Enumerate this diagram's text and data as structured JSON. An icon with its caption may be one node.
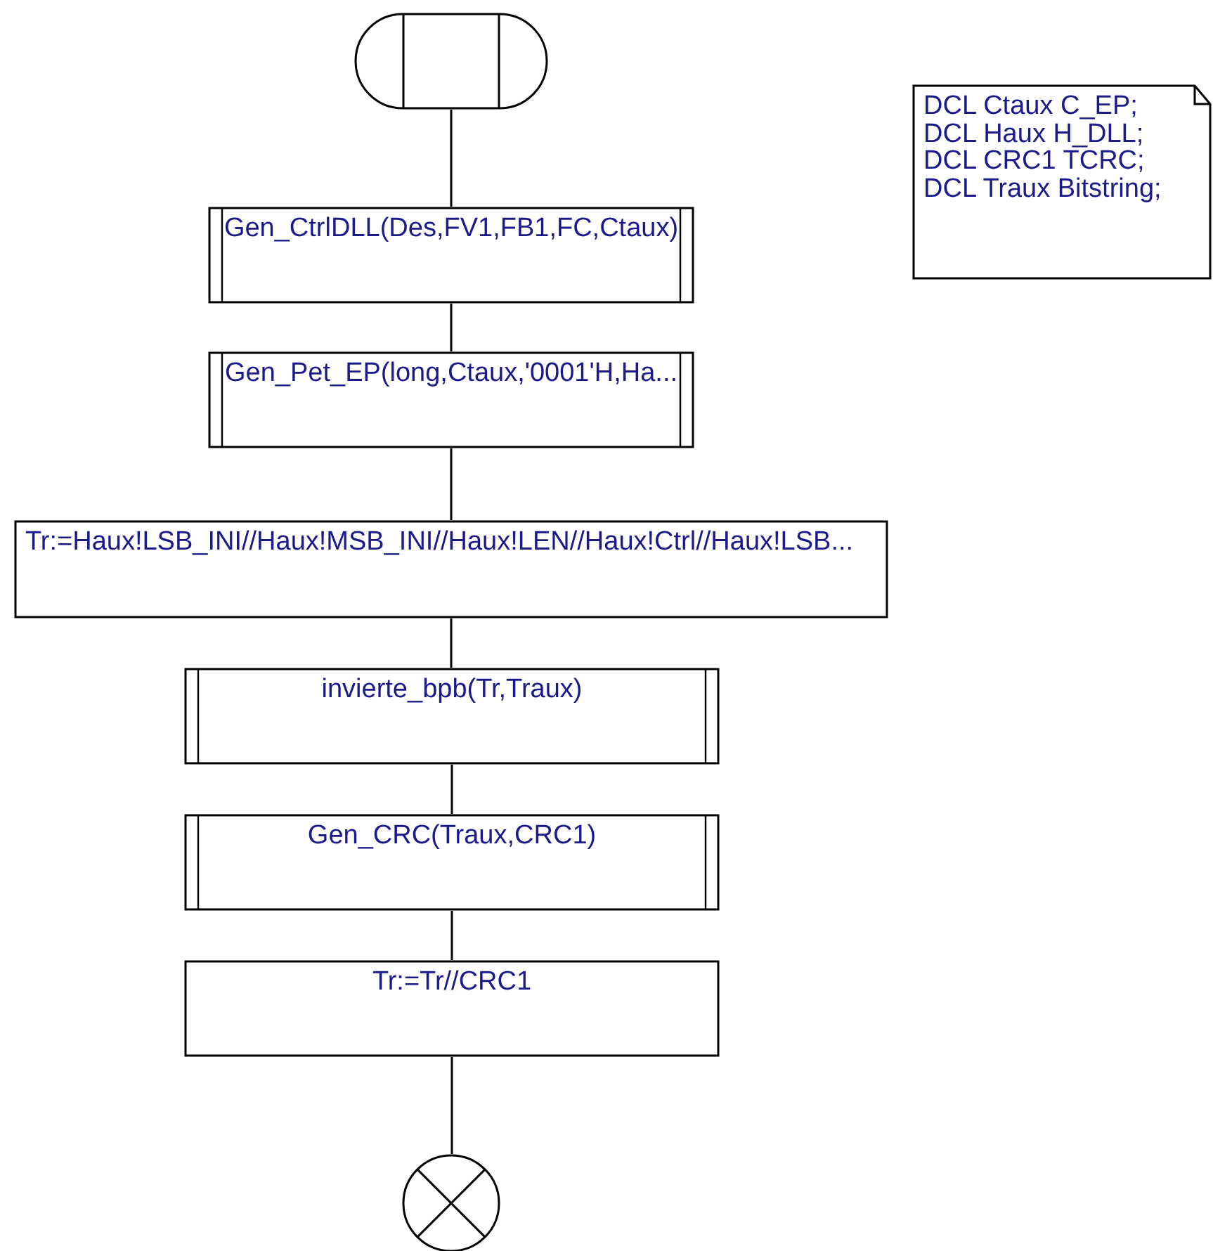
{
  "diagram": {
    "nodes": [
      {
        "text": [],
        "shape": "terminal"
      },
      {
        "text": [
          "Gen_CtrlDLL(Des,FV1,FB1,FC,Ctaux)"
        ]
      },
      {
        "text": [
          "Gen_Pet_EP(long,Ctaux,'0001'H,Ha..."
        ]
      },
      {
        "text": [
          "Tr:=Haux!LSB_INI//Haux!MSB_INI//Haux!LEN//Haux!Ctrl//Haux!LSB..."
        ]
      },
      {
        "text": [
          "invierte_bpb(Tr,Traux)"
        ]
      },
      {
        "text": [
          "Gen_CRC(Traux,CRC1)"
        ]
      },
      {
        "text": [
          "Tr:=Tr//CRC1"
        ]
      },
      {
        "text": [],
        "shape": "circle"
      },
      {
        "text": [
          "DCL Ctaux C_EP;",
          "DCL Haux H_DLL;",
          "DCL CRC1 TCRC;",
          "DCL Traux Bitstring;"
        ]
      }
    ],
    "edges": [
      {
        "from": 0,
        "to": 1,
        "arrow": "none"
      },
      {
        "from": 1,
        "to": 2,
        "arrow": "none"
      },
      {
        "from": 2,
        "to": 3,
        "arrow": "none"
      },
      {
        "from": 3,
        "to": 4,
        "arrow": "none"
      },
      {
        "from": 4,
        "to": 5,
        "arrow": "none"
      },
      {
        "from": 5,
        "to": 6,
        "arrow": "none"
      },
      {
        "from": 6,
        "to": 7,
        "arrow": "none"
      }
    ]
  }
}
